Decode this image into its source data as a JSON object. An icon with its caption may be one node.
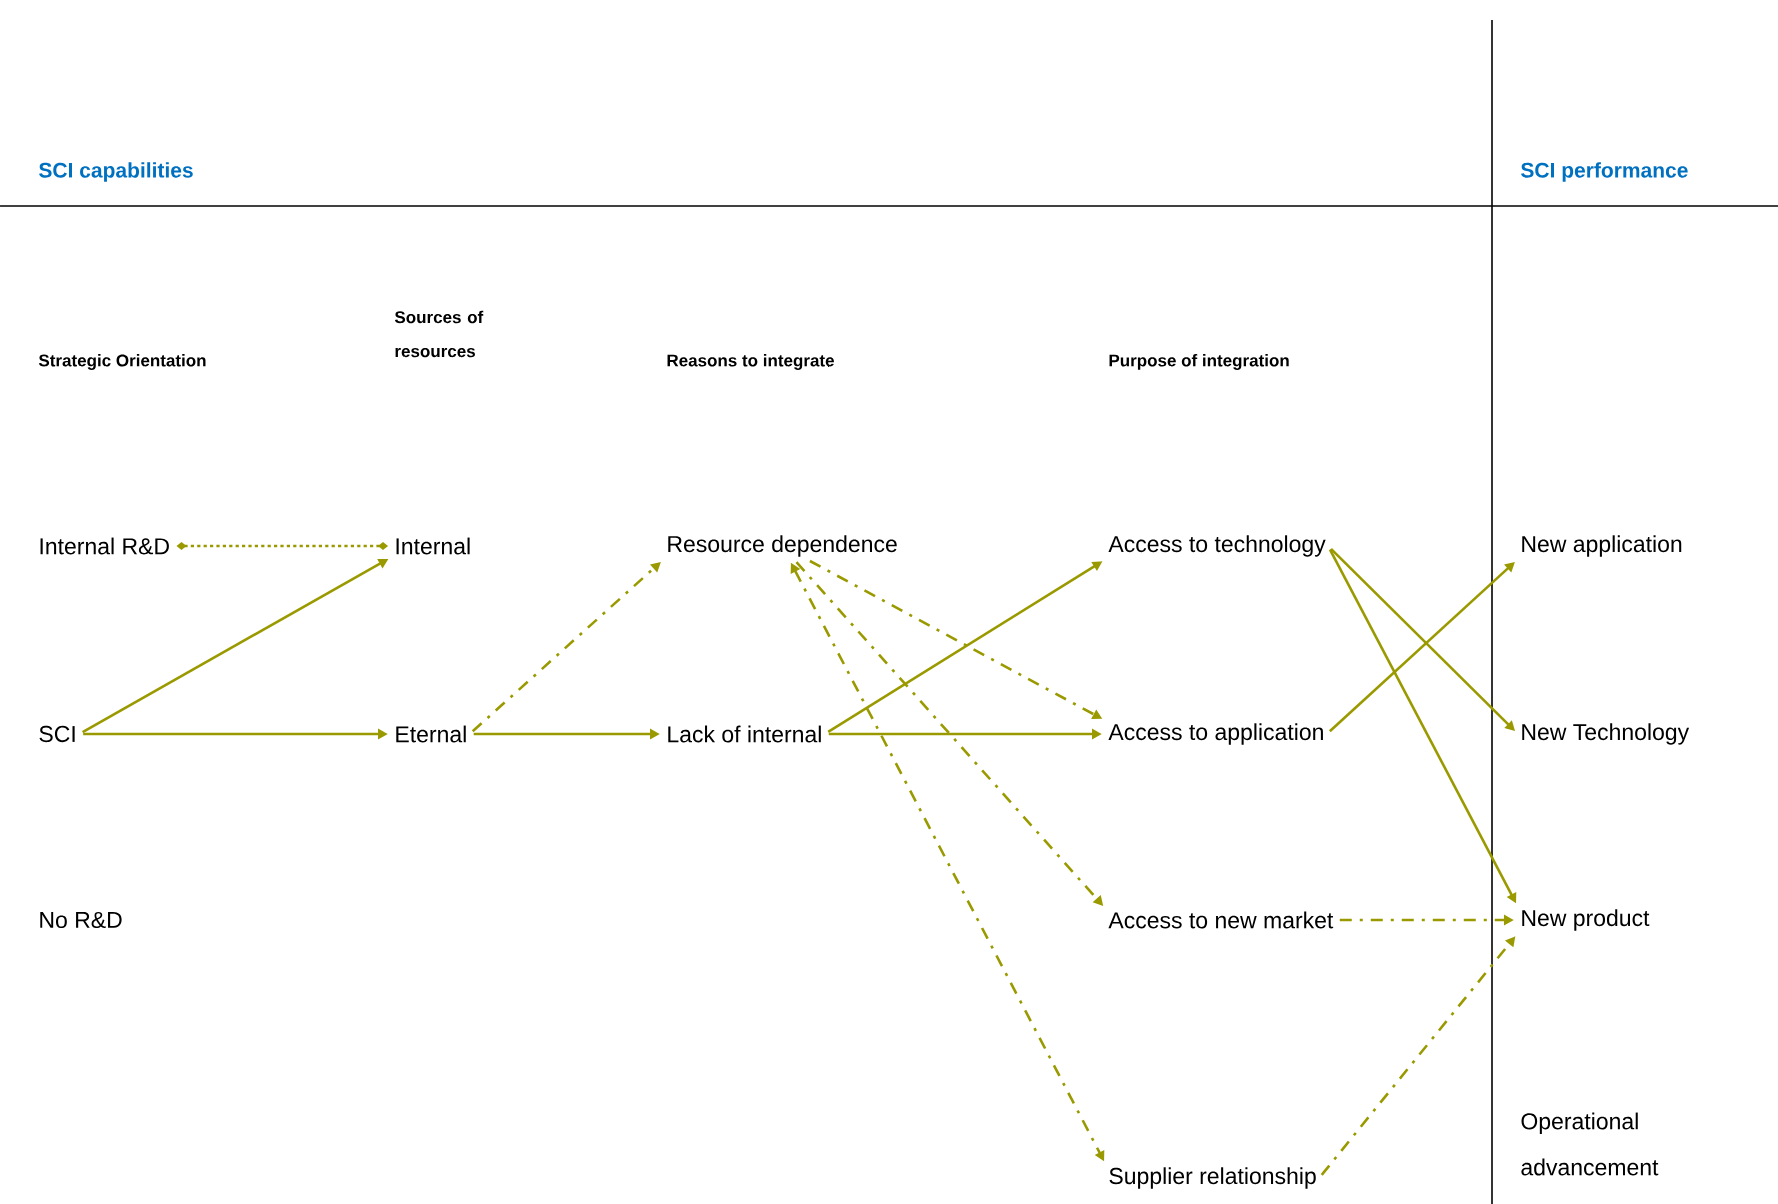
{
  "diagram": {
    "nodes": [
      {
        "text": [
          "Internal R&D"
        ]
      },
      {
        "text": [
          "SCI"
        ]
      },
      {
        "text": [
          "No R&D"
        ]
      },
      {
        "text": [
          "Internal"
        ]
      },
      {
        "text": [
          "Eternal"
        ]
      },
      {
        "text": [
          "Resource dependence"
        ]
      },
      {
        "text": [
          "Lack of internal"
        ]
      },
      {
        "text": [
          "Access to technology"
        ]
      },
      {
        "text": [
          "Access to application"
        ]
      },
      {
        "text": [
          "Access to new market"
        ]
      },
      {
        "text": [
          "Supplier relationship"
        ]
      },
      {
        "text": [
          "New application"
        ]
      },
      {
        "text": [
          "New Technology"
        ]
      },
      {
        "text": [
          "New product"
        ]
      },
      {
        "text": [
          "Operational advancement"
        ]
      }
    ],
    "edges": [
      {
        "from": 0,
        "to": 3,
        "arrow": "other",
        "style": "dashed"
      },
      {
        "from": 1,
        "to": 3,
        "arrow": "to"
      },
      {
        "from": 1,
        "to": 4,
        "arrow": "to"
      },
      {
        "from": 4,
        "to": 5,
        "arrow": "to",
        "style": "dashed"
      },
      {
        "from": 4,
        "to": 6,
        "arrow": "to"
      },
      {
        "from": 6,
        "to": 7,
        "arrow": "to"
      },
      {
        "from": 6,
        "to": 8,
        "arrow": "to"
      },
      {
        "from": 5,
        "to": 8,
        "arrow": "to",
        "style": "dashed"
      },
      {
        "from": 5,
        "to": 9,
        "arrow": "to",
        "style": "dashed"
      },
      {
        "from": 5,
        "to": 10,
        "arrow": "both",
        "style": "dashed"
      },
      {
        "from": 7,
        "to": 12,
        "arrow": "to"
      },
      {
        "from": 7,
        "to": 13,
        "arrow": "to"
      },
      {
        "from": 8,
        "to": 11,
        "arrow": "to"
      },
      {
        "from": 9,
        "to": 13,
        "arrow": "to",
        "style": "dashed"
      },
      {
        "from": 10,
        "to": 13,
        "arrow": "to",
        "style": "dashed"
      }
    ],
    "labels": [
      "SCI capabilities",
      "SCI performance",
      "Strategic Orientation",
      "Sources of resources",
      "Reasons to integrate",
      "Purpose of integration"
    ]
  }
}
